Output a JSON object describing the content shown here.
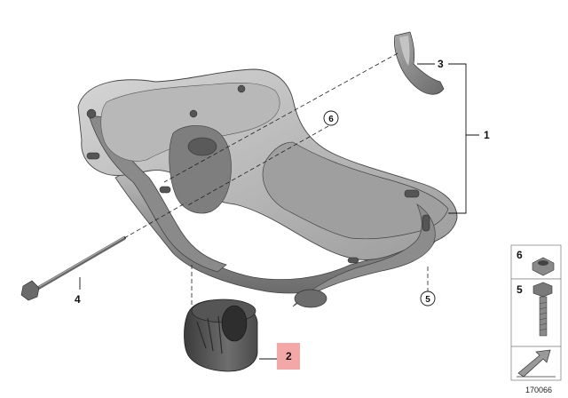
{
  "callouts": {
    "c1": "1",
    "c2": "2",
    "c3": "3",
    "c4": "4",
    "c5": "5",
    "c6": "6"
  },
  "legend": {
    "item6": "6",
    "item5": "5"
  },
  "document_id": "170066",
  "colors": {
    "highlight_box": "#f4a7a7",
    "part_gray": "#9a9a9a",
    "part_dark": "#5a5a5a",
    "part_light": "#c9c9c9",
    "legend_border": "#888888"
  }
}
